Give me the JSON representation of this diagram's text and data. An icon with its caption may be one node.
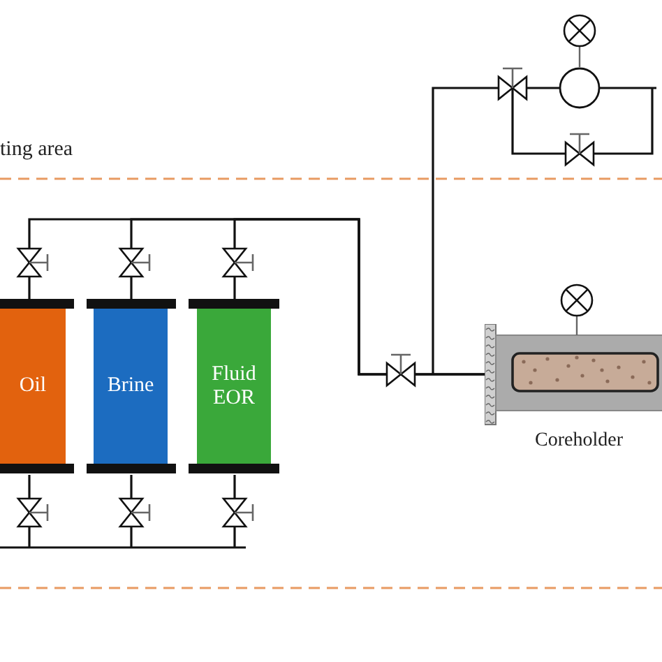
{
  "diagram": {
    "nodes": [
      {
        "text": [
          "Oil"
        ]
      },
      {
        "text": [
          "Brine"
        ]
      },
      {
        "text": [
          "Fluid EOR"
        ]
      },
      {
        "text": [
          "Coreholder"
        ]
      }
    ],
    "edges": [
      {
        "from": 0,
        "to": 3,
        "arrow": "none"
      },
      {
        "from": 1,
        "to": 3,
        "arrow": "none"
      },
      {
        "from": 2,
        "to": 3,
        "arrow": "none"
      }
    ],
    "labels": [
      "ting area"
    ]
  }
}
